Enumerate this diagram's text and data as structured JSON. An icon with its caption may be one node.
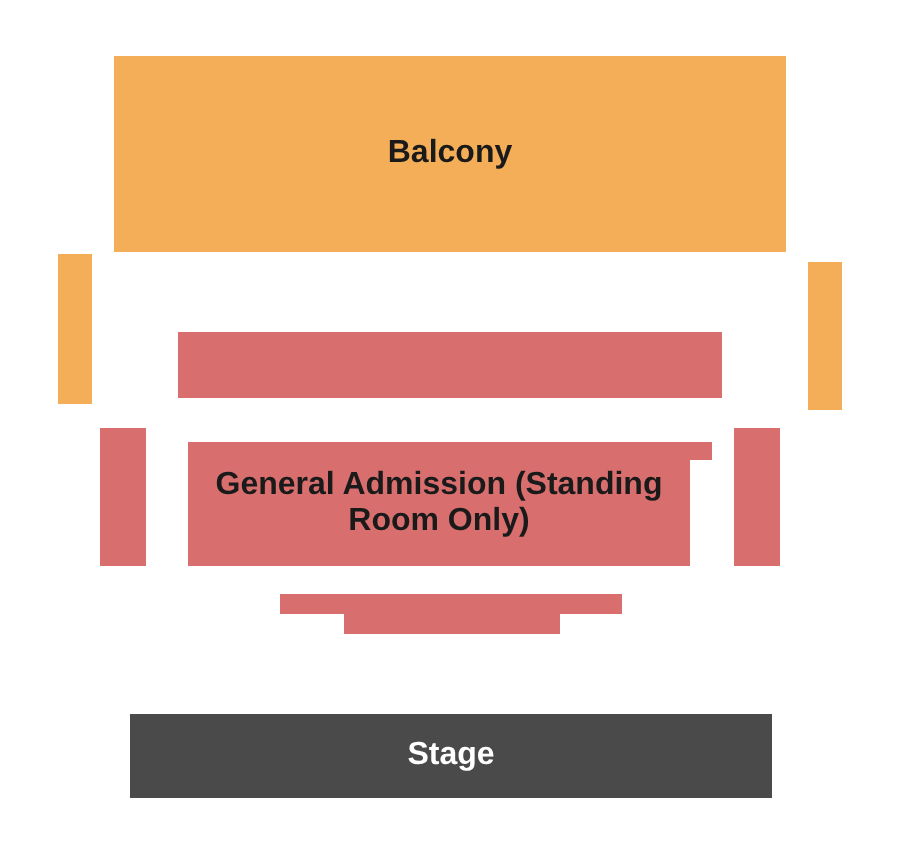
{
  "diagram": {
    "nodes": [
      {
        "text": [
          "Balcony"
        ]
      },
      {
        "text": [],
        "shape": "box"
      },
      {
        "text": [],
        "shape": "box"
      },
      {
        "text": [],
        "shape": "box"
      },
      {
        "text": [],
        "shape": "box"
      },
      {
        "text": [
          "General Admission (Standing Room Only)"
        ]
      },
      {
        "text": [],
        "shape": "box"
      },
      {
        "text": [],
        "shape": "box"
      },
      {
        "text": [
          "Stage"
        ]
      }
    ]
  }
}
